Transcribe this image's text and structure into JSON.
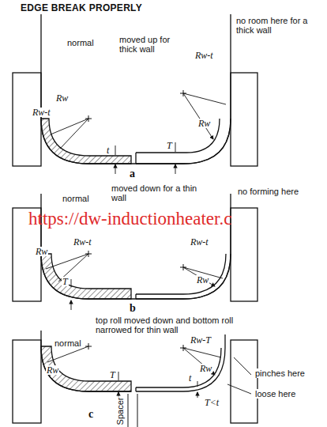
{
  "diagram": {
    "title": "EDGE BREAK PROPERLY",
    "labels": [
      "normal",
      "Rw",
      "Rw-t",
      "t",
      "moved up for thick wall",
      "Rw-t",
      "Rw",
      "T",
      "no room here for a thick wall",
      "a",
      "normal",
      "Rw",
      "Rw-t",
      "T",
      "moved down for a thin wall",
      "Rw-t",
      "Rw",
      "no forming here",
      "b",
      "top roll moved down and bottom roll narrowed for thin wall",
      "normal",
      "Rw",
      "T",
      "Rw-T",
      "Rw",
      "t",
      "T<t",
      "Spacer",
      "pinches here",
      "loose here",
      "c",
      "https://dw-inductionheater.c"
    ]
  }
}
